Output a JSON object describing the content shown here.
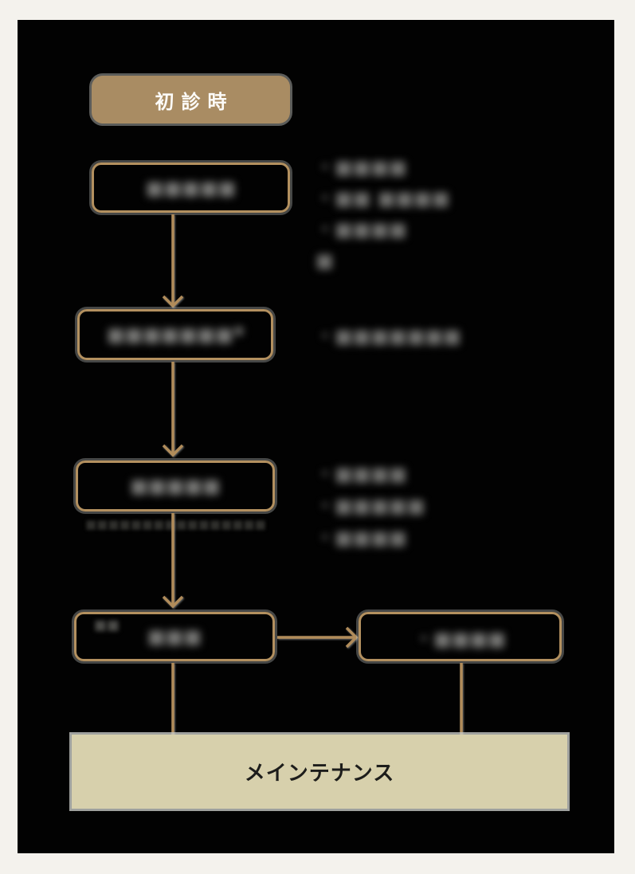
{
  "meta": {
    "description": "Dental treatment flowchart; intermediate step labels and side notes are blurred (redacted) in the source screenshot",
    "colors": {
      "page_margin": "#f4f2ed",
      "panel_background": "#020202",
      "accent_tan_fill": "#a98c63",
      "box_outline": "#b3905f",
      "arrow": "#b18c5a",
      "footer_fill": "#d7d0ac",
      "header_text": "#fdfcf9",
      "footer_text": "#1d1d1b",
      "redacted_text": "#6f6f6d",
      "glow": "#c7c9c6"
    }
  },
  "flow": {
    "header": {
      "label": "初診時"
    },
    "steps": [
      {
        "name": "step-1",
        "label": "■■■■■",
        "redacted": true,
        "notes": [
          "・■■■■",
          "・■■ ■■■■",
          "・■■■■",
          "■"
        ]
      },
      {
        "name": "step-2",
        "label": "■■■■■■■",
        "sup": "■",
        "redacted": true,
        "notes": [
          "・■■■■■■■"
        ]
      },
      {
        "name": "step-3",
        "label": "■■■■■",
        "redacted": true,
        "notes": [
          "・■■■■",
          "・■■■■■",
          "・■■■■"
        ],
        "caption": "■■■■■■■■■■■■■■■■"
      },
      {
        "name": "step-4",
        "label": "■■■",
        "sub": "■■",
        "redacted": true
      },
      {
        "name": "step-5",
        "label": "・■■■■",
        "redacted": true
      }
    ],
    "footer": {
      "label": "メインテナンス"
    }
  }
}
